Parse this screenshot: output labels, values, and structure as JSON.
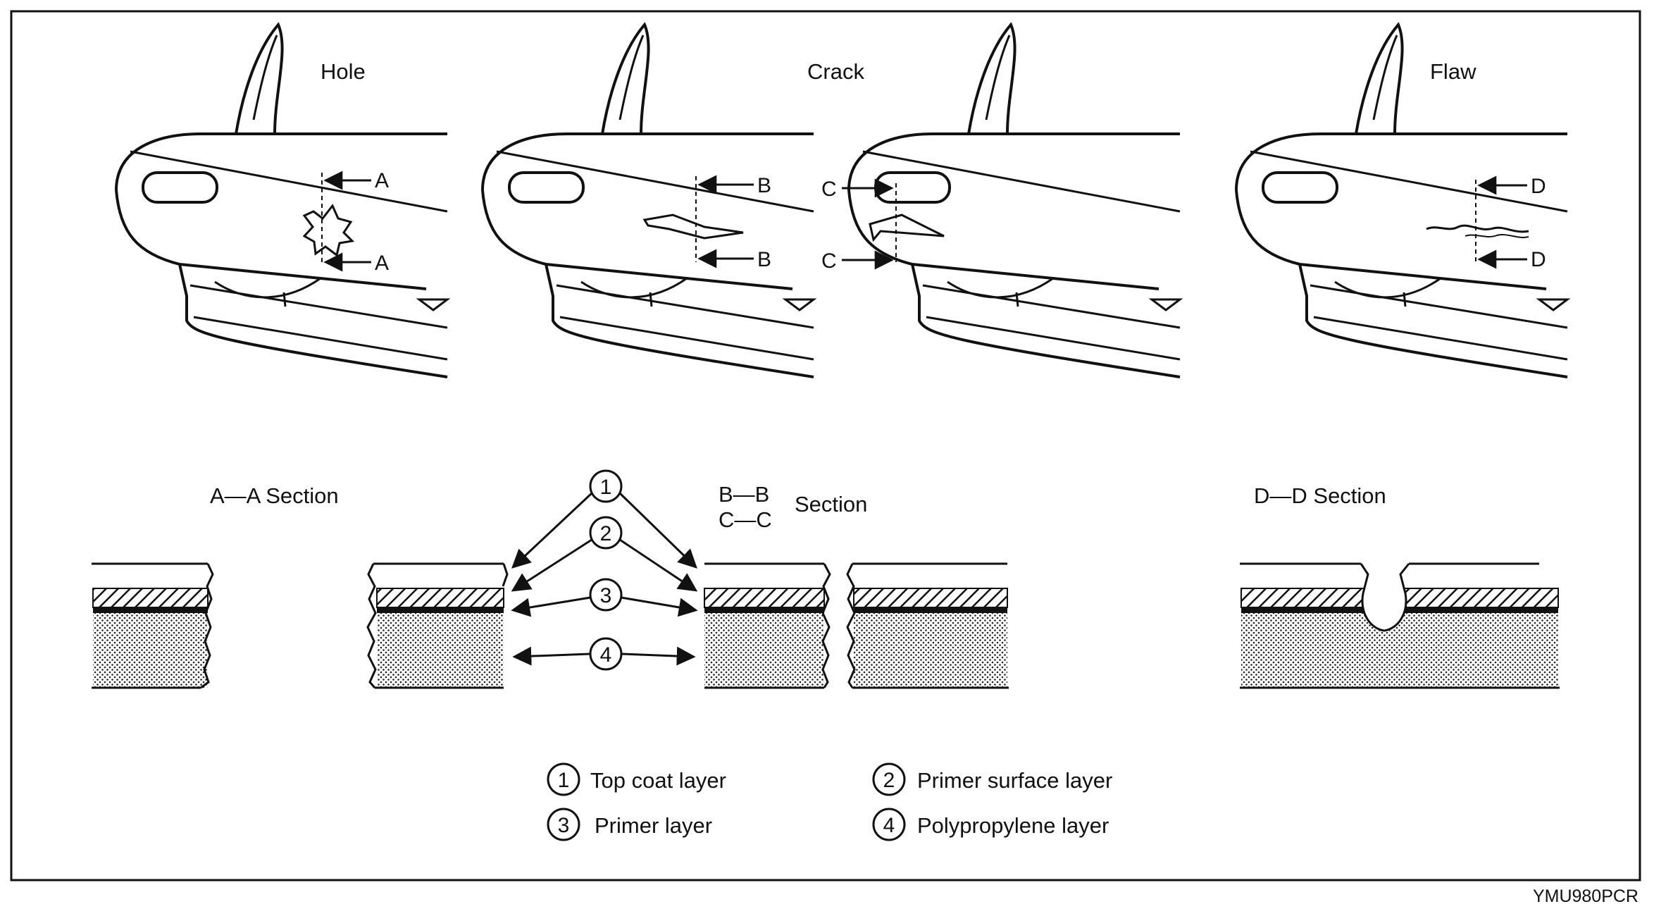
{
  "damage_types": {
    "hole": "Hole",
    "crack": "Crack",
    "flaw": "Flaw"
  },
  "markers": {
    "a": "A",
    "b": "B",
    "c": "C",
    "d": "D"
  },
  "sections": {
    "aa": "A—A Section",
    "bb": "B—B",
    "cc": "C—C",
    "bc_word": "Section",
    "dd": "D—D Section"
  },
  "callout_numbers": [
    "1",
    "2",
    "3",
    "4"
  ],
  "legend": {
    "items": [
      {
        "num": "1",
        "label": "Top coat layer"
      },
      {
        "num": "2",
        "label": "Primer surface layer"
      },
      {
        "num": "3",
        "label": "Primer layer"
      },
      {
        "num": "4",
        "label": "Polypropylene layer"
      }
    ]
  },
  "figure_code": "YMU980PCR",
  "colors": {
    "ink": "#111111",
    "paper": "#ffffff"
  }
}
